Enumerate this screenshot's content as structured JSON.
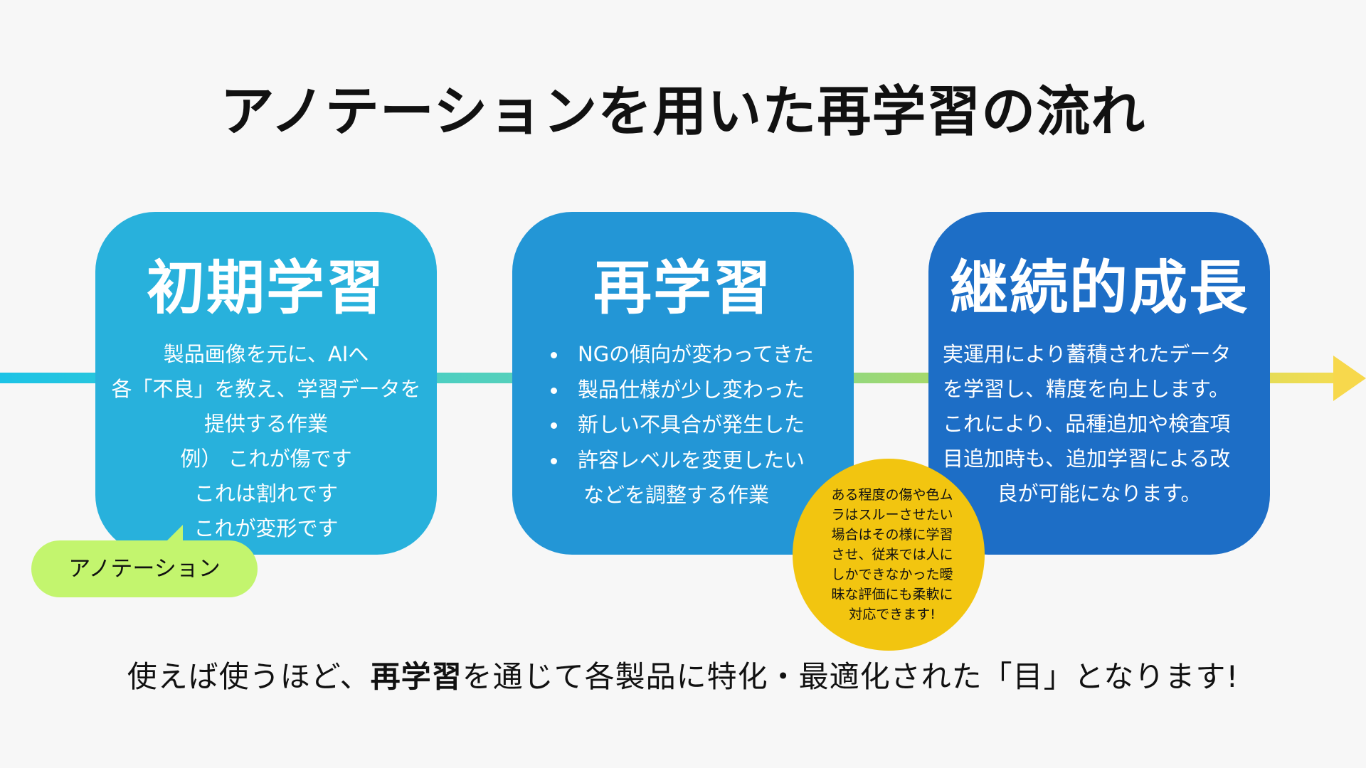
{
  "title": "アノテーションを用いた再学習の流れ",
  "colors": {
    "card1": "#28b1dc",
    "card2": "#2396d6",
    "card3": "#1d6ec6",
    "bubble": "#c3f56e",
    "note_circle": "#f2c510",
    "arrow_start": "#1cc3e6",
    "arrow_end": "#f3dc52"
  },
  "cards": [
    {
      "title": "初期学習",
      "lines": [
        "製品画像を元に、AIへ",
        "各「不良」を教え、学習データを",
        "提供する作業",
        "例） これが傷です",
        "これは割れです",
        "これが変形です"
      ]
    },
    {
      "title": "再学習",
      "bullets": [
        "NGの傾向が変わってきた",
        "製品仕様が少し変わった",
        "新しい不具合が発生した",
        "許容レベルを変更したい"
      ],
      "tail": "などを調整する作業"
    },
    {
      "title": "継続的成長",
      "lines": [
        "実運用により蓄積されたデータ",
        "を学習し、精度を向上します。",
        "これにより、品種追加や検査項",
        "目追加時も、追加学習による改",
        "良が可能になります。"
      ]
    }
  ],
  "bubble_label": "アノテーション",
  "note_lines": [
    "ある程度の傷や色ム",
    "ラはスルーさせたい",
    "場合はその様に学習",
    "させ、従来では人に",
    "しかできなかった曖",
    "昧な評価にも柔軟に",
    "対応できます!"
  ],
  "footer": {
    "prefix": "使えば使うほど、",
    "bold": "再学習",
    "suffix": "を通じて各製品に特化・最適化された「目」となります!"
  }
}
